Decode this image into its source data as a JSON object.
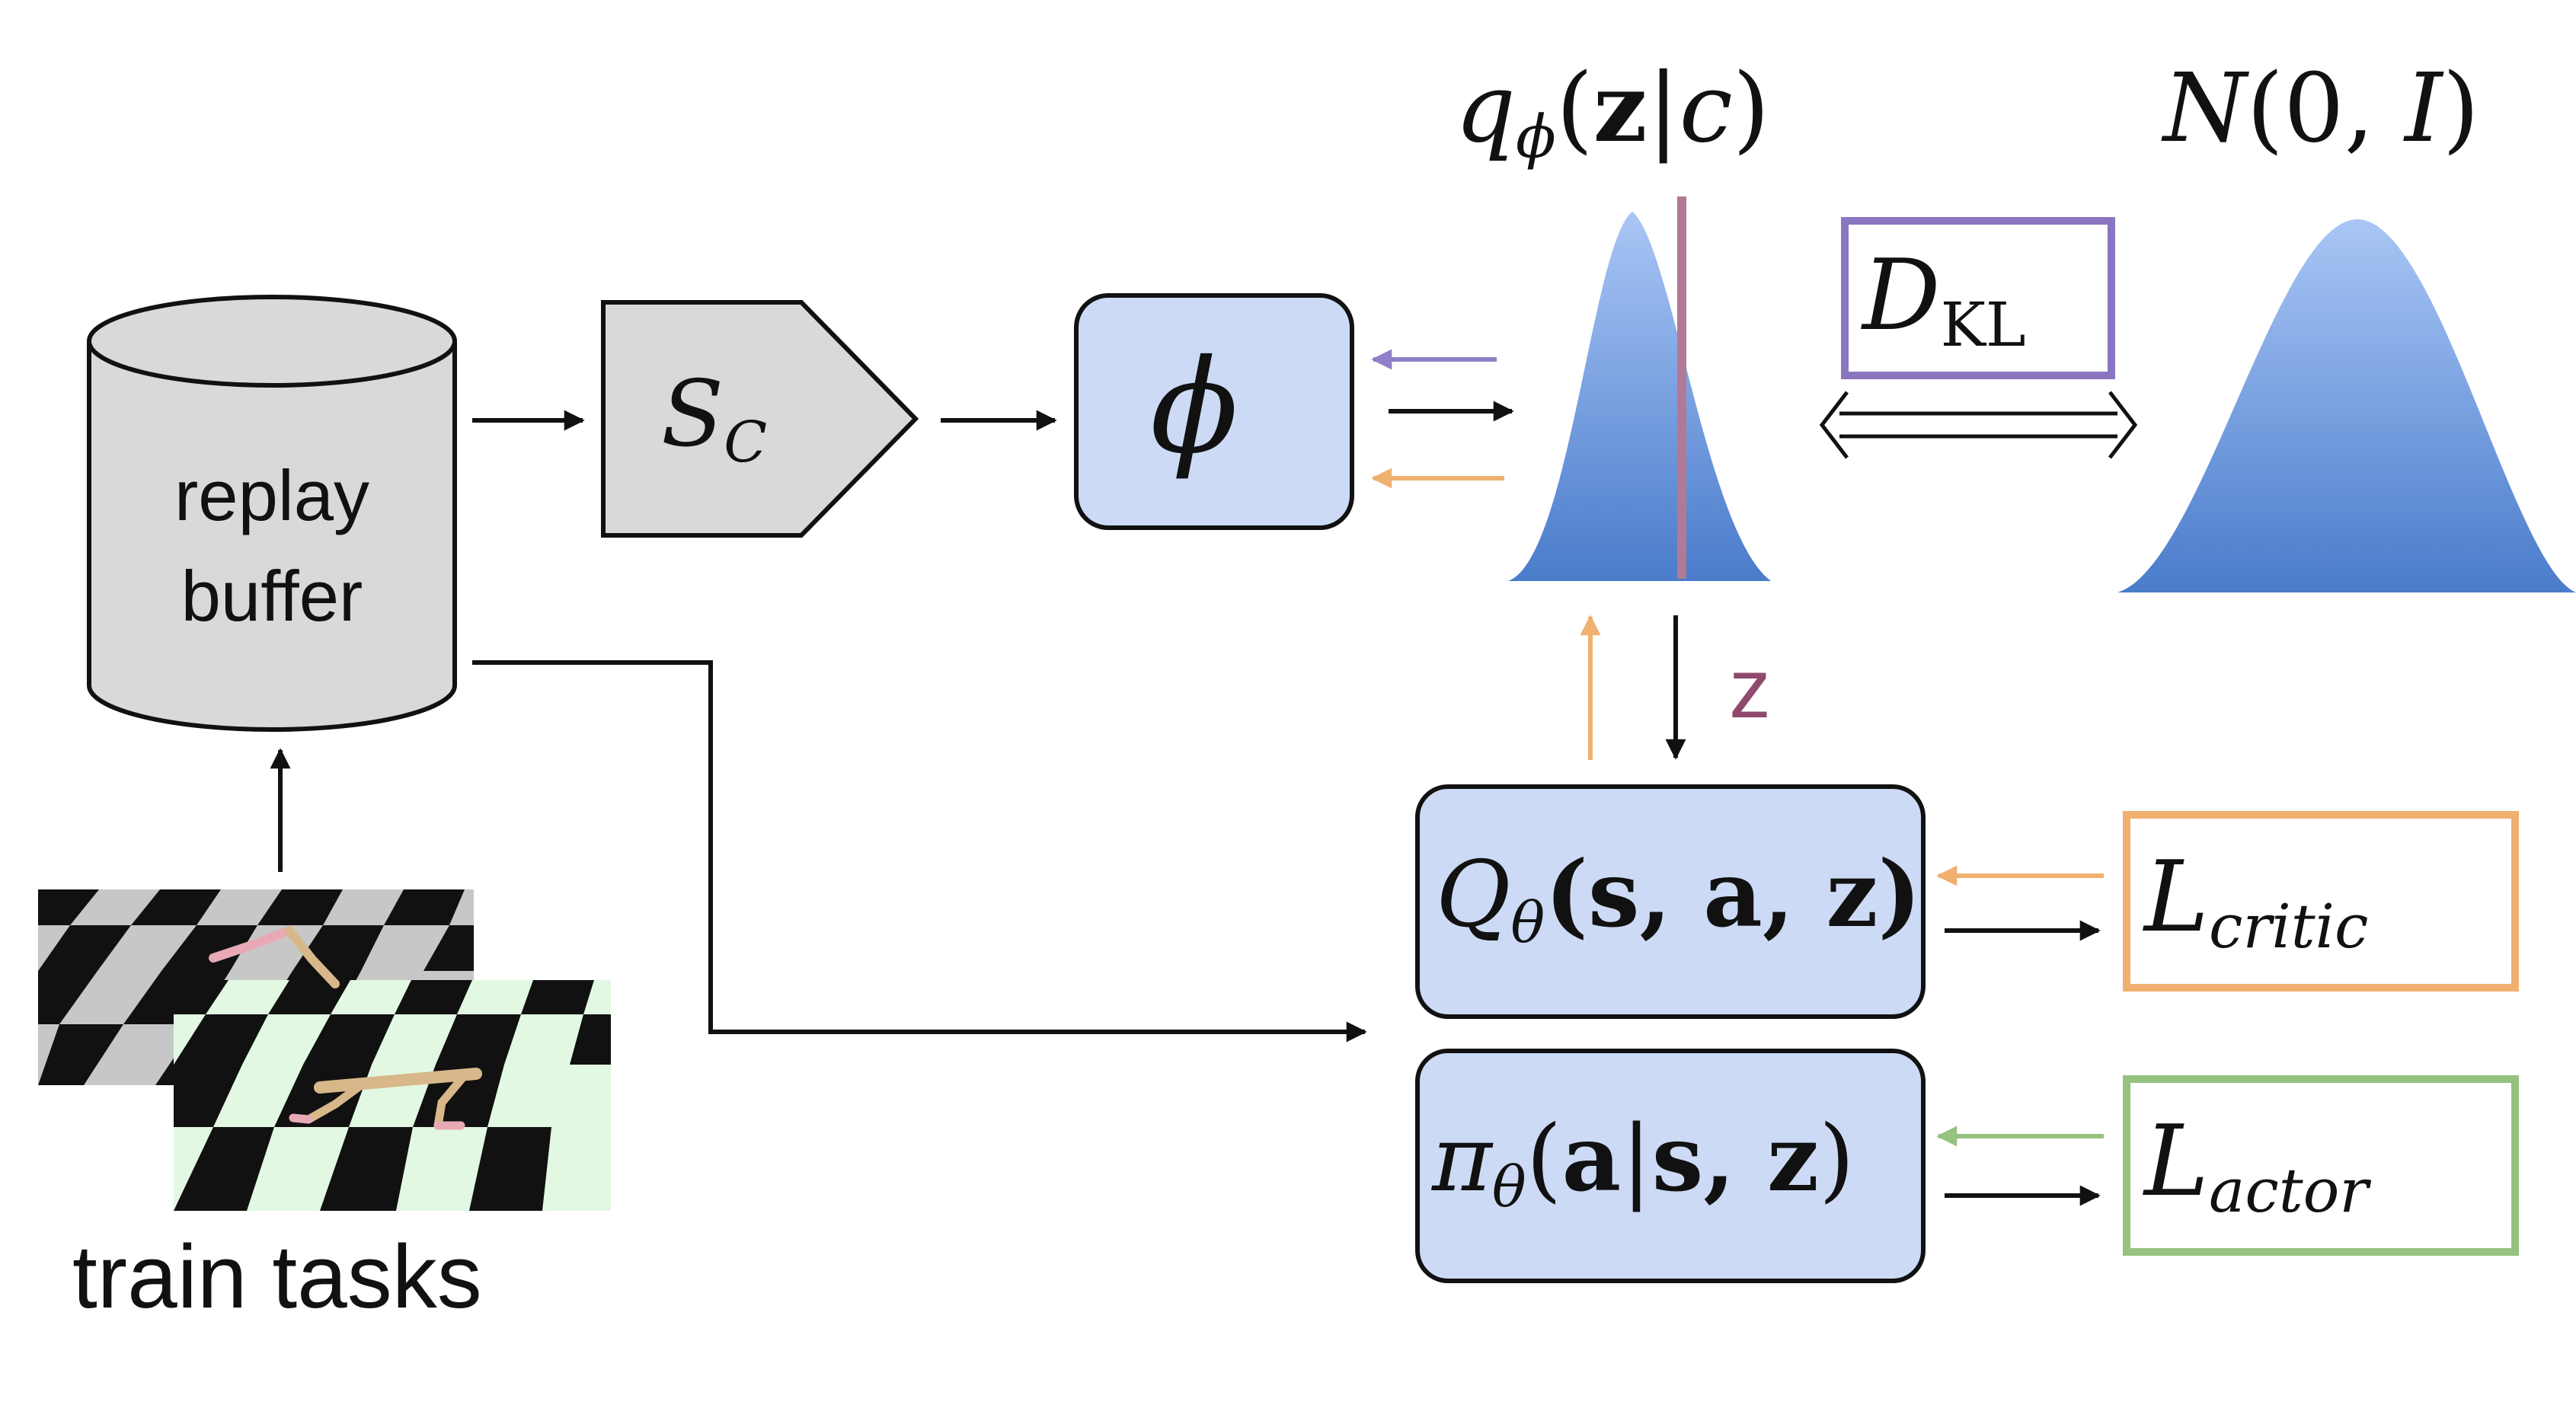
{
  "replay_buffer": {
    "line1": "replay",
    "line2": "buffer"
  },
  "sampler": {
    "symbol": "S",
    "subscript": "C"
  },
  "encoder": {
    "symbol": "ϕ"
  },
  "posterior": {
    "q": "q",
    "sub": "ϕ",
    "open": "(",
    "z": "z",
    "bar": "|",
    "c": "c",
    "close": ")"
  },
  "prior": {
    "n": "N",
    "args": "(0, ",
    "i": "I",
    "close": ")"
  },
  "kl": {
    "d": "D",
    "sub": "KL"
  },
  "z_label": "z",
  "critic": {
    "q": "Q",
    "sub": "θ",
    "args": "(s, a, z)"
  },
  "actor": {
    "pi": "π",
    "sub": "θ",
    "open": "(",
    "a": "a",
    "bar": "|",
    "sz": "s, z",
    "close": ")"
  },
  "loss_critic": {
    "l": "L",
    "sub": "critic"
  },
  "loss_actor": {
    "l": "L",
    "sub": "actor"
  },
  "train_tasks": "train tasks",
  "colors": {
    "box_fill": "#ccdaf5",
    "gauss_top": "#a9c6f5",
    "gauss_bottom": "#4a7ccb",
    "sample_line": "#b07a96",
    "z_text": "#8f4a6e",
    "kl_border": "#8a76c0",
    "critic_border": "#f0b070",
    "actor_border": "#95c27f",
    "arrow_purple": "#8f80c8",
    "arrow_orange": "#f0b070",
    "arrow_green": "#95c27f",
    "cylinder": "#d9d9d9",
    "sampler": "#d9d9d9"
  }
}
